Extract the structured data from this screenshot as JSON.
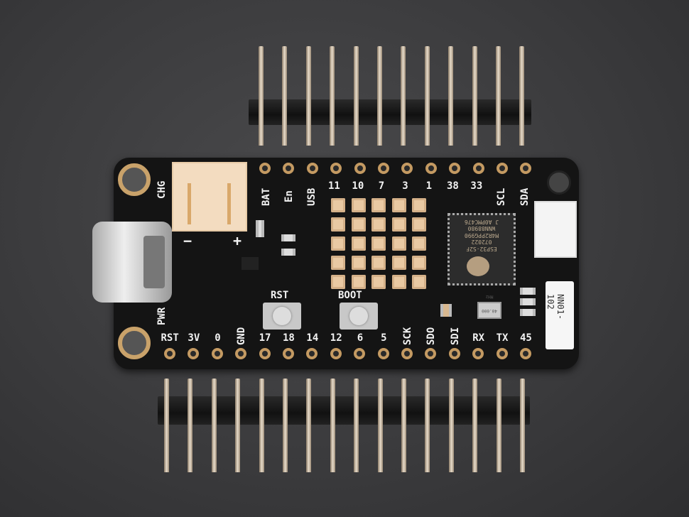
{
  "top_header": {
    "pin_count": 12
  },
  "bottom_header": {
    "pin_count": 16
  },
  "board": {
    "top_labels_rotated": [
      "BAT",
      "En",
      "USB"
    ],
    "top_labels": [
      "11",
      "10",
      "7",
      "3",
      "1",
      "38",
      "33"
    ],
    "top_labels_rotated_right": [
      "SCL",
      "SDA"
    ],
    "bottom_labels": [
      "RST",
      "3V",
      "0",
      "GND",
      "17",
      "18",
      "14",
      "12",
      "6",
      "5",
      "SCK",
      "SDO",
      "SDI",
      "RX",
      "TX",
      "45"
    ],
    "chg_label": "CHG",
    "pwr_label": "PWR",
    "rst_button_label": "RST",
    "boot_button_label": "BOOT",
    "polarity_minus": "−",
    "polarity_plus": "+",
    "chip_text": [
      "J A0PMC476",
      "WNN88980",
      "M4R2PPG990",
      "072022",
      "ESP32-S2F"
    ],
    "crystal_text": "40.000 MHz",
    "antenna_text": "NN01-102",
    "led_matrix": {
      "rows": 5,
      "cols": 5
    }
  },
  "colors": {
    "pcb": "#141414",
    "gold": "#c49a62",
    "connector": "#f3dcc0",
    "led": "#e9c9a3"
  }
}
